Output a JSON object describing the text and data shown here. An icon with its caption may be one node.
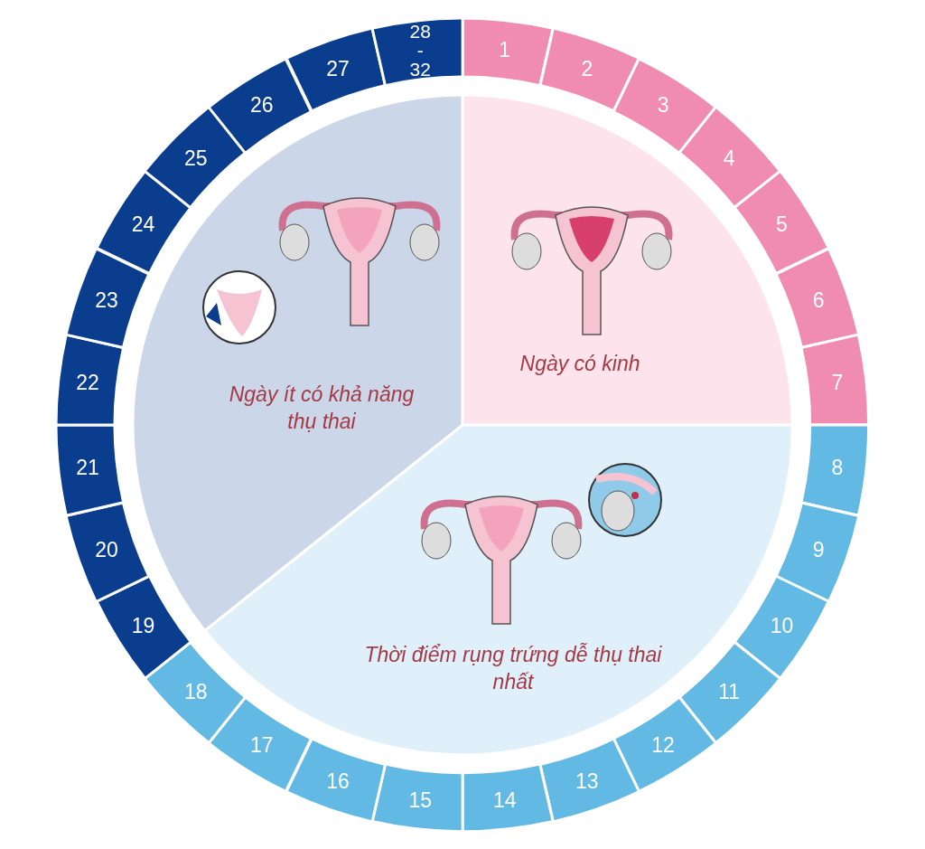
{
  "diagram": {
    "nodes": [
      {
        "text": [
          "Ngày có kinh"
        ]
      },
      {
        "text": [
          "Thời điểm rụng trứng dễ thụ thai nhất"
        ]
      },
      {
        "text": [
          "Ngày ít có khả năng thụ thai"
        ]
      },
      {
        "text": [
          "1"
        ]
      },
      {
        "text": [
          "2"
        ]
      },
      {
        "text": [
          "3"
        ]
      },
      {
        "text": [
          "4"
        ]
      },
      {
        "text": [
          "5"
        ]
      },
      {
        "text": [
          "6"
        ]
      },
      {
        "text": [
          "7"
        ]
      },
      {
        "text": [
          "8"
        ]
      },
      {
        "text": [
          "9"
        ]
      },
      {
        "text": [
          "10"
        ]
      },
      {
        "text": [
          "11"
        ]
      },
      {
        "text": [
          "12"
        ]
      },
      {
        "text": [
          "13"
        ]
      },
      {
        "text": [
          "14"
        ]
      },
      {
        "text": [
          "15"
        ]
      },
      {
        "text": [
          "16"
        ]
      },
      {
        "text": [
          "17"
        ]
      },
      {
        "text": [
          "18"
        ]
      },
      {
        "text": [
          "19"
        ]
      },
      {
        "text": [
          "20"
        ]
      },
      {
        "text": [
          "21"
        ]
      },
      {
        "text": [
          "22"
        ]
      },
      {
        "text": [
          "23"
        ]
      },
      {
        "text": [
          "24"
        ]
      },
      {
        "text": [
          "25"
        ]
      },
      {
        "text": [
          "26"
        ]
      },
      {
        "text": [
          "27"
        ]
      },
      {
        "text": [
          "28 - 32"
        ]
      }
    ],
    "edges": []
  }
}
